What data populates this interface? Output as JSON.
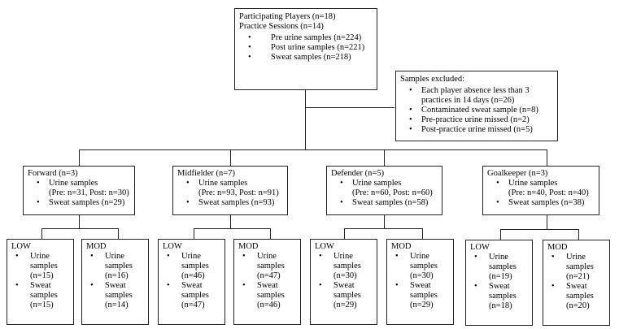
{
  "top": {
    "line1": "Participating Players (n=18)",
    "line2": "Practice Sessions (n=14)",
    "items": [
      "Pre urine samples (n=224)",
      "Post urine samples (n=221)",
      "Sweat samples (n=218)"
    ]
  },
  "excluded": {
    "title": "Samples excluded:",
    "items": [
      "Each player absence less than 3 practices in 14 days (n=26)",
      "Contaminated sweat sample (n=8)",
      "Pre-practice urine missed (n=2)",
      "Post-practice urine missed (n=5)"
    ]
  },
  "positions": [
    {
      "title": "Forward (n=3)",
      "urine": "Urine samples",
      "urine_detail": "(Pre: n=31, Post: n=30)",
      "sweat": "Sweat samples (n=29)",
      "low": {
        "label": "LOW",
        "urine": "Urine samples",
        "urine_n": "(n=15)",
        "sweat": "Sweat samples",
        "sweat_n": "(n=15)"
      },
      "mod": {
        "label": "MOD",
        "urine": "Urine samples",
        "urine_n": "(n=16)",
        "sweat": "Sweat samples",
        "sweat_n": "(n=14)"
      }
    },
    {
      "title": "Midfielder (n=7)",
      "urine": "Urine samples",
      "urine_detail": "(Pre: n=93, Post: n=91)",
      "sweat": "Sweat samples (n=93)",
      "low": {
        "label": "LOW",
        "urine": "Urine samples",
        "urine_n": "(n=46)",
        "sweat": "Sweat samples",
        "sweat_n": "(n=47)"
      },
      "mod": {
        "label": "MOD",
        "urine": "Urine samples",
        "urine_n": "(n=47)",
        "sweat": "Sweat samples",
        "sweat_n": "(n=46)"
      }
    },
    {
      "title": "Defender (n=5)",
      "urine": "Urine samples",
      "urine_detail": "(Pre: n=60, Post: n=60)",
      "sweat": "Sweat samples (n=58)",
      "low": {
        "label": "LOW",
        "urine": "Urine samples",
        "urine_n": "(n=30)",
        "sweat": "Sweat samples",
        "sweat_n": "(n=29)"
      },
      "mod": {
        "label": "MOD",
        "urine": "Urine samples",
        "urine_n": "(n=30)",
        "sweat": "Sweat samples",
        "sweat_n": "(n=29)"
      }
    },
    {
      "title": "Goalkeeper (n=3)",
      "urine": "Urine samples",
      "urine_detail": "(Pre: n=40, Post: n=40)",
      "sweat": "Sweat samples (n=38)",
      "low": {
        "label": "LOW",
        "urine": "Urine samples",
        "urine_n": "(n=19)",
        "sweat": "Sweat samples",
        "sweat_n": "(n=18)"
      },
      "mod": {
        "label": "MOD",
        "urine": "Urine samples",
        "urine_n": "(n=21)",
        "sweat": "Sweat samples",
        "sweat_n": "(n=20)"
      }
    }
  ]
}
